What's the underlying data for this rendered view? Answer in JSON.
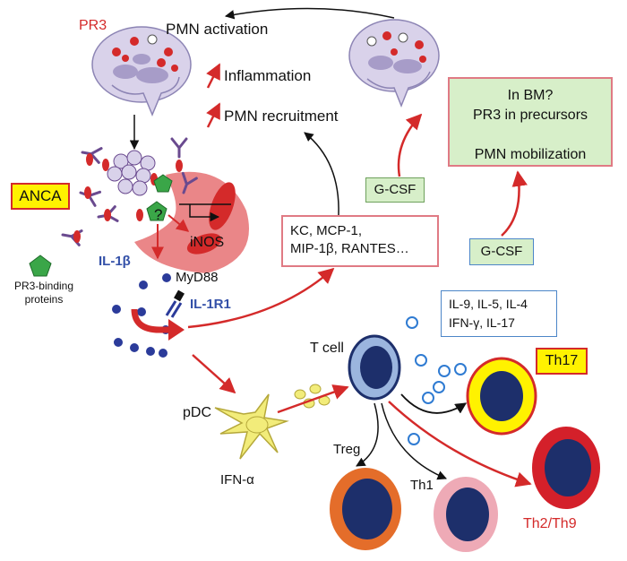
{
  "labels": {
    "pr3": "PR3",
    "pmn_activation": "PMN activation",
    "inflammation": "Inflammation",
    "pmn_recruitment": "PMN recruitment",
    "anca": "ANCA",
    "question": "?",
    "inos": "iNOS",
    "il1b": "IL-1β",
    "myd88": "MyD88",
    "il1r1": "IL-1R1",
    "pr3_binding_proteins": "PR3-binding proteins",
    "gcsf_top": "G-CSF",
    "gcsf_bottom": "G-CSF",
    "bm_title": "In BM?",
    "bm_line1": "PR3 in precursors",
    "bm_line2": "PMN mobilization",
    "chemokines_line1": "KC, MCP-1,",
    "chemokines_line2": "MIP-1β, RANTES…",
    "cytokines_line1": "IL-9, IL-5, IL-4",
    "cytokines_line2": "IFN-γ, IL-17",
    "t_cell": "T cell",
    "th17": "Th17",
    "pdc": "pDC",
    "ifn_alpha": "IFN-α",
    "treg": "Treg",
    "th1": "Th1",
    "th2_th9": "Th2/Th9"
  },
  "colors": {
    "red": "#d42a2a",
    "neutrophil": "#d9d2ea",
    "lobe": "#a79cc8",
    "macrophage": "#e8797b",
    "antibody": "#6a4a8f",
    "pentagon": "#3aa648",
    "il1_dot": "#2b3b9a",
    "anca_box": "#fff200",
    "bm_box": "#d7efc9",
    "pdc": "#f2ec7a",
    "tcell_outer": "#9bb5de",
    "nucleus": "#1d2f6b",
    "treg": "#e46d2a",
    "th1": "#eeaab6",
    "th17": "#fff200",
    "th2": "#d4202a"
  }
}
